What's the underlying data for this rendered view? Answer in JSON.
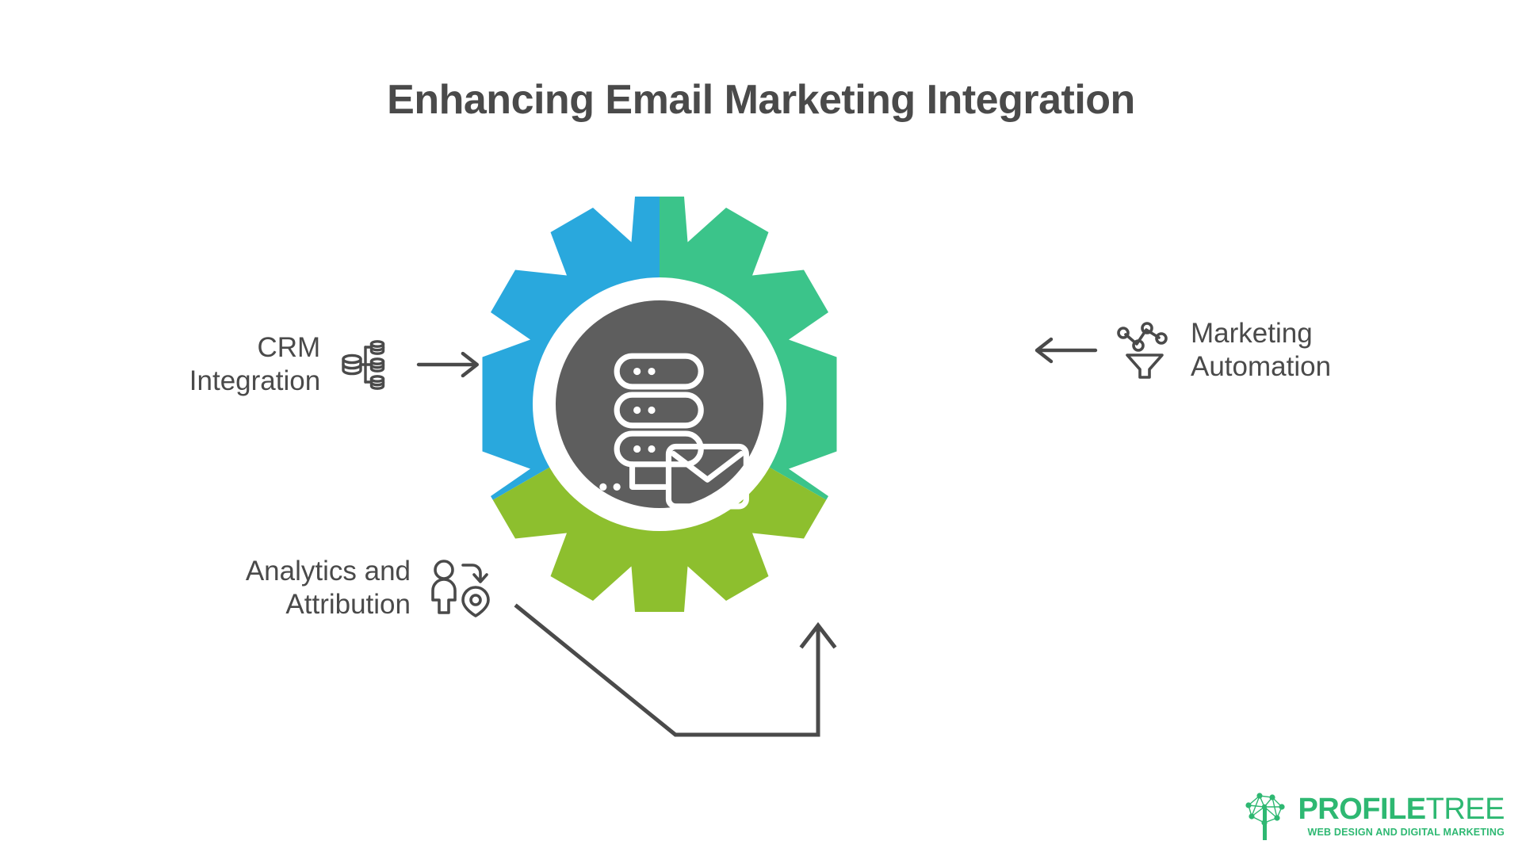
{
  "slide": {
    "title": "Enhancing Email Marketing Integration",
    "background_color": "#ffffff",
    "text_color": "#4a4a4a"
  },
  "center": {
    "icon_name": "server-stack-email-icon",
    "hub_color": "#5e5e5e",
    "ring_color": "#ffffff",
    "icon_stroke_color": "#ffffff"
  },
  "gear": {
    "segments": [
      {
        "name": "crm-segment",
        "color": "#29a8dd",
        "label": "CRM Integration"
      },
      {
        "name": "automation-segment",
        "color": "#3bc48a",
        "label": "Marketing Automation"
      },
      {
        "name": "analytics-segment",
        "color": "#8dbf2e",
        "label": "Analytics and Attribution"
      }
    ]
  },
  "nodes": [
    {
      "id": "crm",
      "label": "CRM Integration",
      "icon_name": "database-hierarchy-icon",
      "arrow_name": "arrow-right-icon",
      "arrow_direction": "right"
    },
    {
      "id": "automation",
      "label": "Marketing\nAutomation",
      "icon_name": "funnel-network-icon",
      "arrow_name": "arrow-left-icon",
      "arrow_direction": "left"
    },
    {
      "id": "analytics",
      "label": "Analytics and\nAttribution",
      "icon_name": "user-location-pin-icon",
      "arrow_name": "elbow-arrow-up-icon",
      "arrow_direction": "up"
    }
  ],
  "logo": {
    "brand_bold": "PROFILE",
    "brand_light": "TREE",
    "tagline": "WEB DESIGN AND DIGITAL MARKETING",
    "mark_name": "profiletree-tree-network-icon",
    "color": "#2eb872"
  }
}
